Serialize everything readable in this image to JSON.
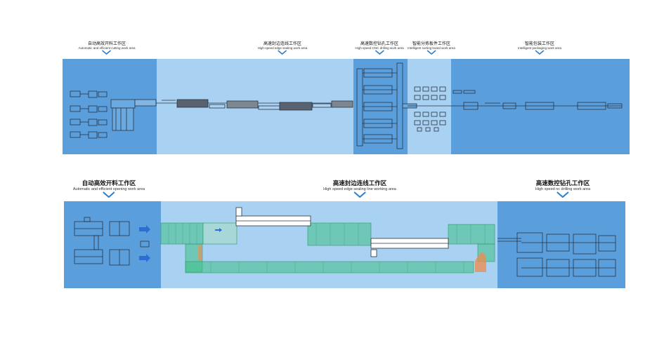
{
  "top_row": {
    "labels": [
      {
        "zh": "自动高效开料工作区",
        "en": "Automatic and efficient cutting work area"
      },
      {
        "zh": "高速封边连线工作区",
        "en": "High-speed edge sealing work area"
      },
      {
        "zh": "高速数控钻孔工作区",
        "en": "High-speed CNC drilling work area"
      },
      {
        "zh": "智能分拣板件工作区",
        "en": "Intelligent sorting board work area"
      },
      {
        "zh": "智能包装工作区",
        "en": "Intelligent packaging work area"
      }
    ]
  },
  "bottom_row": {
    "labels": [
      {
        "zh": "自动高效开料工作区",
        "en": "Automatic and efficient opening work area"
      },
      {
        "zh": "高速封边连线工作区",
        "en": "High speed edge sealing line working area"
      },
      {
        "zh": "高速数控钻孔工作区",
        "en": "High speed nc drilling work area"
      }
    ]
  },
  "colors": {
    "dark_blue": "#5a9fdc",
    "light_blue": "#a9d1f2",
    "mid_blue": "#8cc0eb",
    "conveyor_green": "#3fbf86",
    "machine_line": "#2a3340"
  },
  "icons": {
    "chevron": "chevron-down-icon",
    "flow_arrow": "arrow-right-icon"
  }
}
